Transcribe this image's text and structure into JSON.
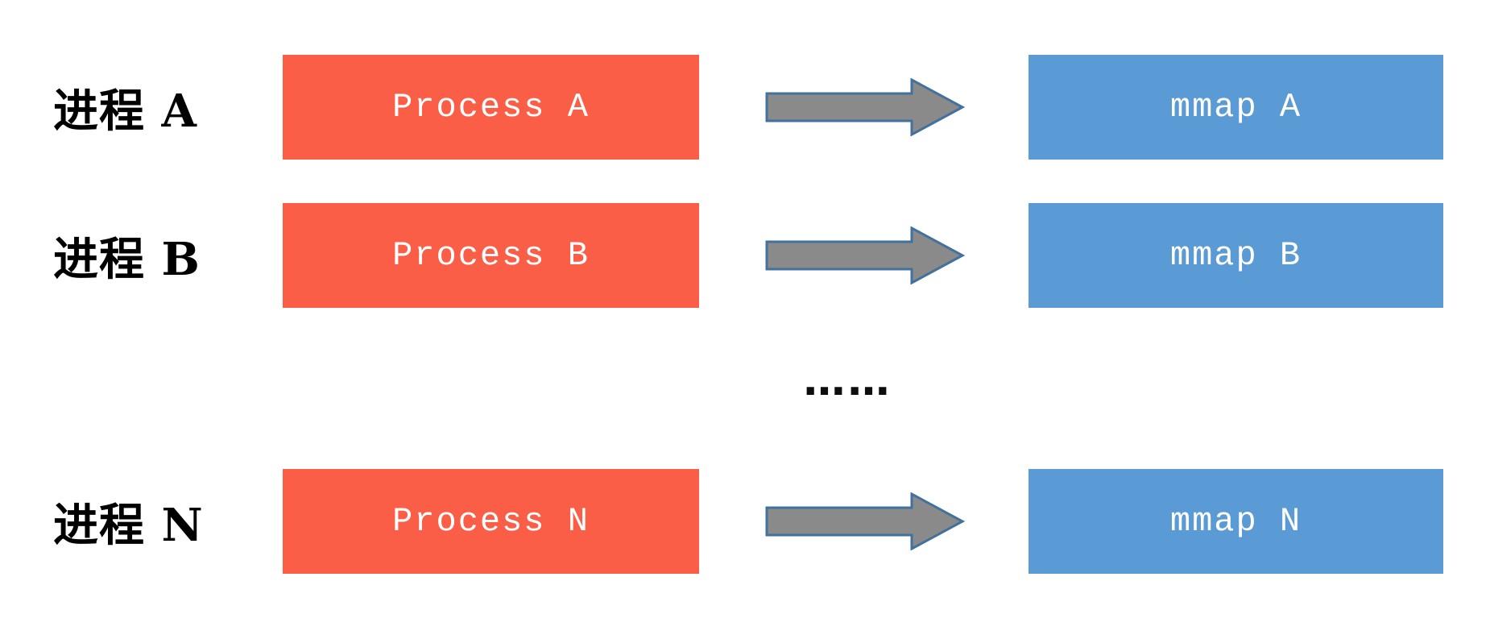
{
  "diagram": {
    "description": "Multiple processes each mapped to their own mmap region",
    "background_color": "#ffffff",
    "colors": {
      "process_box_fill": "#fb5e47",
      "mmap_box_fill": "#5b9bd5",
      "arrow_fill": "#8a8a8a",
      "arrow_border": "#41719c",
      "label_text": "#000000",
      "box_text": "#ffffff",
      "ellipsis_dots": "#0d0d0d"
    },
    "rows": [
      {
        "label": "进程 A",
        "process_label": "Process A",
        "mmap_label": "mmap A"
      },
      {
        "label": "进程 B",
        "process_label": "Process B",
        "mmap_label": "mmap B"
      },
      {
        "label": "进程 N",
        "process_label": "Process N",
        "mmap_label": "mmap N"
      }
    ],
    "ellipsis": "……"
  }
}
